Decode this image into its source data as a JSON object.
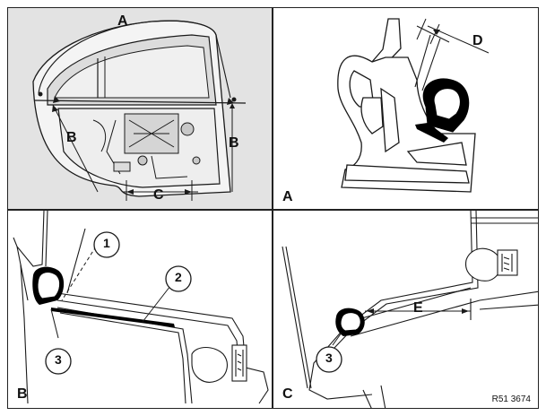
{
  "figure_reference": "R51 3674",
  "panels": {
    "door": {
      "dimension_labels": {
        "a": "A",
        "b_left": "B",
        "b_right": "B",
        "c": "C"
      }
    },
    "section_a": {
      "panel_label": "A",
      "dimension_labels": {
        "d": "D"
      }
    },
    "section_b": {
      "panel_label": "B",
      "callouts": [
        "1",
        "2",
        "3"
      ]
    },
    "section_c": {
      "panel_label": "C",
      "callouts": [
        "3"
      ],
      "dimension_labels": {
        "e": "E"
      }
    }
  },
  "colors": {
    "line": "#1a1a1a",
    "seal": "#000000",
    "door_panel_bg": "#e3e3e3"
  }
}
